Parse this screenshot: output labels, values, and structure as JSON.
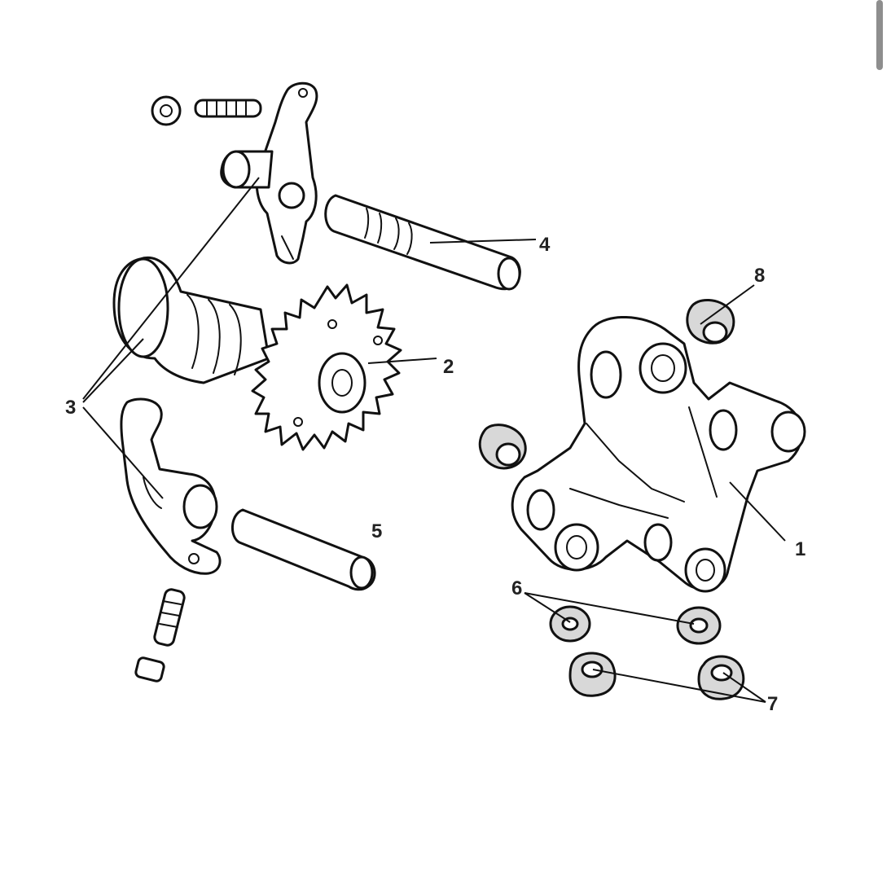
{
  "callouts": [
    {
      "id": "1",
      "label": "1"
    },
    {
      "id": "2",
      "label": "2"
    },
    {
      "id": "3",
      "label": "3"
    },
    {
      "id": "4",
      "label": "4"
    },
    {
      "id": "5",
      "label": "5"
    },
    {
      "id": "6",
      "label": "6"
    },
    {
      "id": "7",
      "label": "7"
    },
    {
      "id": "8",
      "label": "8"
    }
  ],
  "colors": {
    "line": "#111111",
    "background": "#ffffff",
    "label": "#222222"
  }
}
